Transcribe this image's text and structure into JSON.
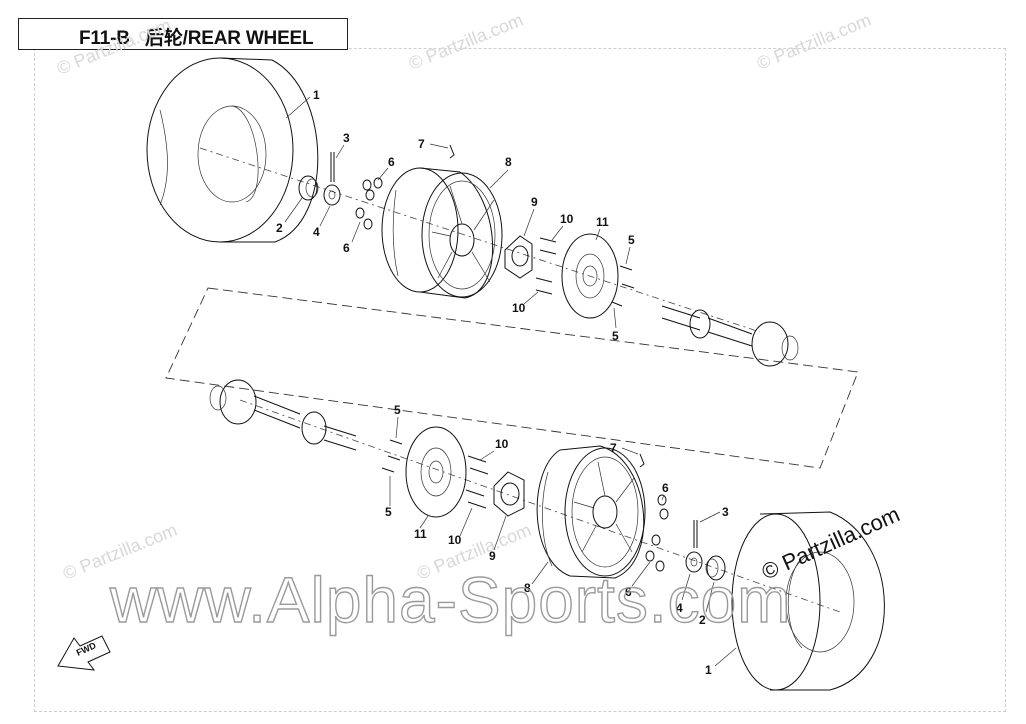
{
  "title": {
    "code": "F11-B",
    "text": "后轮/REAR WHEEL"
  },
  "watermarks": {
    "small": "© Partzilla.com",
    "corner": "© Partzilla.com",
    "center": "www.Alpha-Sports.com"
  },
  "fwd_label": "FWD",
  "callouts": {
    "top": [
      "1",
      "2",
      "3",
      "4",
      "5",
      "5",
      "6",
      "6",
      "7",
      "8",
      "9",
      "10",
      "10",
      "11"
    ],
    "bottom": [
      "1",
      "2",
      "3",
      "4",
      "5",
      "5",
      "6",
      "6",
      "7",
      "8",
      "9",
      "10",
      "10",
      "11"
    ]
  },
  "colors": {
    "line": "#111111",
    "watermark_light": "#d8d8d8",
    "watermark_outline": "#9a9a9a"
  }
}
